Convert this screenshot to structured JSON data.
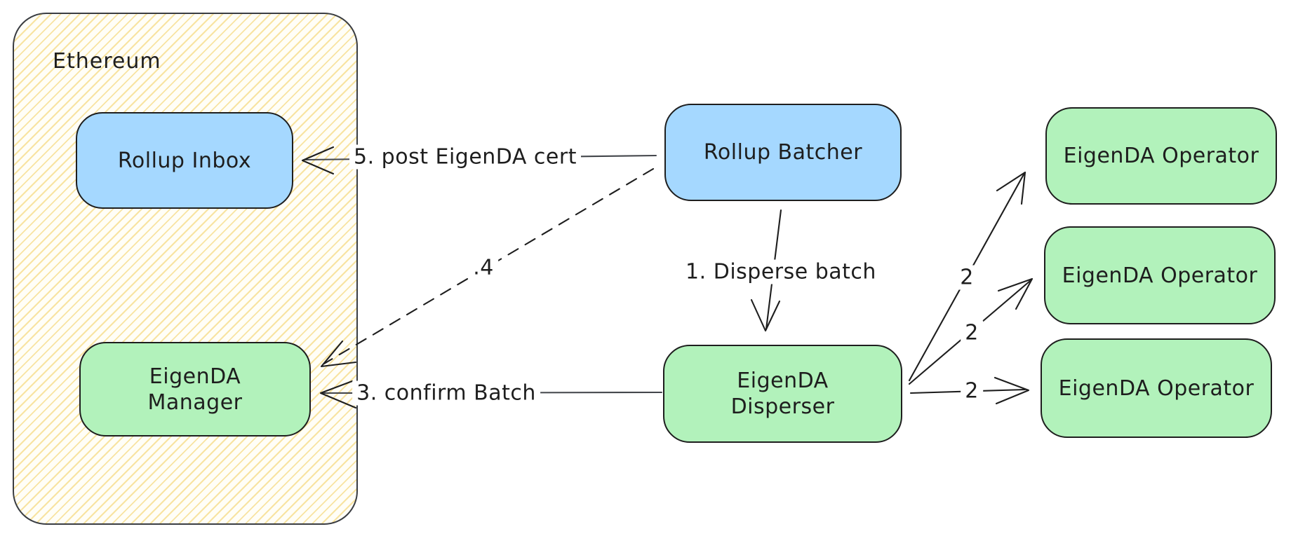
{
  "diagram": {
    "type": "flow-diagram",
    "title_context": "EigenDA rollup data-availability flow",
    "background": "#ffffff",
    "stroke_color": "#1e1e1e",
    "container": {
      "label": "Ethereum",
      "fill": "#fffef7",
      "hatch_color": "#f2c94c",
      "border_color": "#3a3d42"
    },
    "node_colors": {
      "blue": "#a5d8ff",
      "green": "#b2f2bb"
    },
    "nodes": [
      {
        "id": "rollup-inbox",
        "label": "Rollup Inbox",
        "color": "blue",
        "parent": "Ethereum"
      },
      {
        "id": "eigenda-manager",
        "label": "EigenDA\nManager",
        "color": "green",
        "parent": "Ethereum"
      },
      {
        "id": "rollup-batcher",
        "label": "Rollup Batcher",
        "color": "blue",
        "parent": null
      },
      {
        "id": "eigenda-disperser",
        "label": "EigenDA\nDisperser",
        "color": "green",
        "parent": null
      },
      {
        "id": "eigenda-operator-1",
        "label": "EigenDA Operator",
        "color": "green",
        "parent": null
      },
      {
        "id": "eigenda-operator-2",
        "label": "EigenDA Operator",
        "color": "green",
        "parent": null
      },
      {
        "id": "eigenda-operator-3",
        "label": "EigenDA Operator",
        "color": "green",
        "parent": null
      }
    ],
    "edges": [
      {
        "label": "1. Disperse batch",
        "from": "rollup-batcher",
        "to": "eigenda-disperser",
        "style": "solid"
      },
      {
        "label": "2",
        "from": "eigenda-disperser",
        "to": "eigenda-operator-1",
        "style": "solid"
      },
      {
        "label": "2",
        "from": "eigenda-disperser",
        "to": "eigenda-operator-2",
        "style": "solid"
      },
      {
        "label": "2",
        "from": "eigenda-disperser",
        "to": "eigenda-operator-3",
        "style": "solid"
      },
      {
        "label": "3. confirm Batch",
        "from": "eigenda-disperser",
        "to": "eigenda-manager",
        "style": "solid"
      },
      {
        "label": ".4",
        "from": "rollup-batcher",
        "to": "eigenda-manager",
        "style": "dashed"
      },
      {
        "label": "5. post EigenDA cert",
        "from": "rollup-batcher",
        "to": "rollup-inbox",
        "style": "solid"
      }
    ]
  }
}
